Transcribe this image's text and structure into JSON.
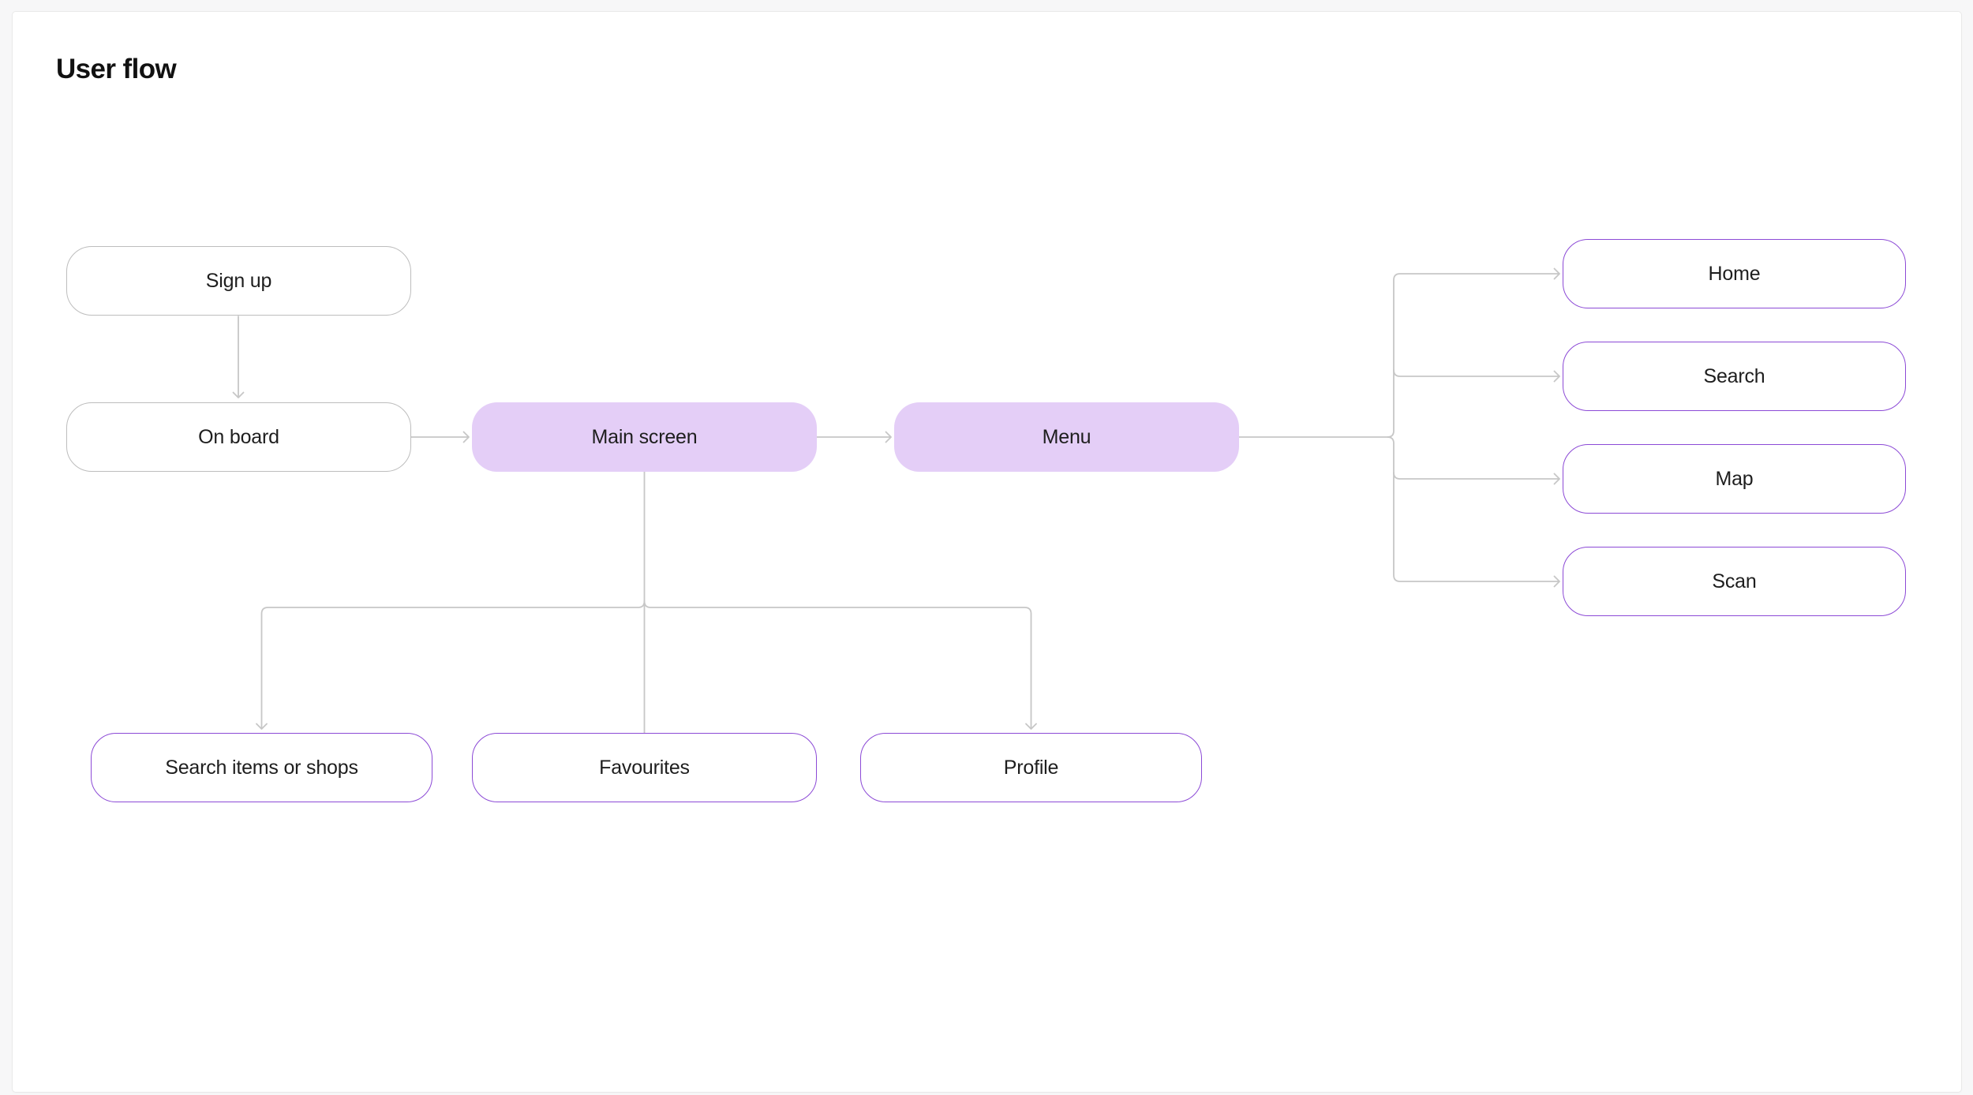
{
  "page": {
    "title": "User flow"
  },
  "colors": {
    "accent_purple": "#8c4ad6",
    "purple_fill": "#e4cef7",
    "gray_border": "#bdbdbd",
    "connector_gray": "#c7c7c7",
    "text": "#1e1e1e",
    "card_bg": "#ffffff",
    "page_bg": "#f7f7f8"
  },
  "diagram": {
    "nodes": [
      {
        "id": "sign-up",
        "label": "Sign up",
        "style": "default"
      },
      {
        "id": "on-board",
        "label": "On board",
        "style": "default"
      },
      {
        "id": "main-screen",
        "label": "Main screen",
        "style": "purple-fill"
      },
      {
        "id": "menu",
        "label": "Menu",
        "style": "purple-fill"
      },
      {
        "id": "home",
        "label": "Home",
        "style": "purple-outline"
      },
      {
        "id": "search",
        "label": "Search",
        "style": "purple-outline"
      },
      {
        "id": "map",
        "label": "Map",
        "style": "purple-outline"
      },
      {
        "id": "scan",
        "label": "Scan",
        "style": "purple-outline"
      },
      {
        "id": "search-items",
        "label": "Search items or shops",
        "style": "purple-outline"
      },
      {
        "id": "favourites",
        "label": "Favourites",
        "style": "purple-outline"
      },
      {
        "id": "profile",
        "label": "Profile",
        "style": "purple-outline"
      }
    ],
    "edges": [
      {
        "from": "Sign up",
        "to": "On board"
      },
      {
        "from": "On board",
        "to": "Main screen"
      },
      {
        "from": "Main screen",
        "to": "Menu"
      },
      {
        "from": "Menu",
        "to": "Home"
      },
      {
        "from": "Menu",
        "to": "Search"
      },
      {
        "from": "Menu",
        "to": "Map"
      },
      {
        "from": "Menu",
        "to": "Scan"
      },
      {
        "from": "Main screen",
        "to": "Search items or shops"
      },
      {
        "from": "Main screen",
        "to": "Favourites"
      },
      {
        "from": "Main screen",
        "to": "Profile"
      }
    ]
  }
}
